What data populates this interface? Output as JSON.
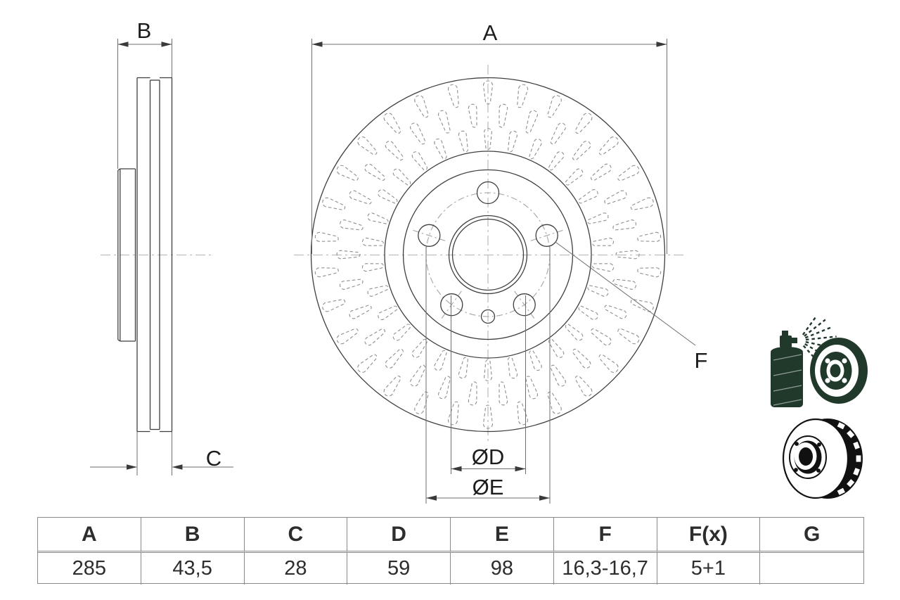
{
  "drawing": {
    "labels": {
      "a": "A",
      "b": "B",
      "c": "C",
      "d": "ØD",
      "e": "ØE",
      "f": "F"
    }
  },
  "table": {
    "headers": [
      "A",
      "B",
      "C",
      "D",
      "E",
      "F",
      "F(x)",
      "G"
    ],
    "values": [
      "285",
      "43,5",
      "28",
      "59",
      "98",
      "16,3-16,7",
      "5+1",
      ""
    ]
  },
  "icons": {
    "coating_spray": "spray-coating-icon",
    "vented_disc": "vented-disc-icon"
  },
  "colors": {
    "line_dark": "#3f3f3f",
    "line_medium": "#6e6e6e",
    "line_light": "#b3b3b3",
    "bolt_circle": "#a6a6a6",
    "slot_dash": "#8f8f8f",
    "arrow": "#3a3a3a",
    "icon_green": "#20392b",
    "icon_black": "#111111",
    "table_border": "#8a8a8a",
    "text": "#1c1c1c"
  }
}
